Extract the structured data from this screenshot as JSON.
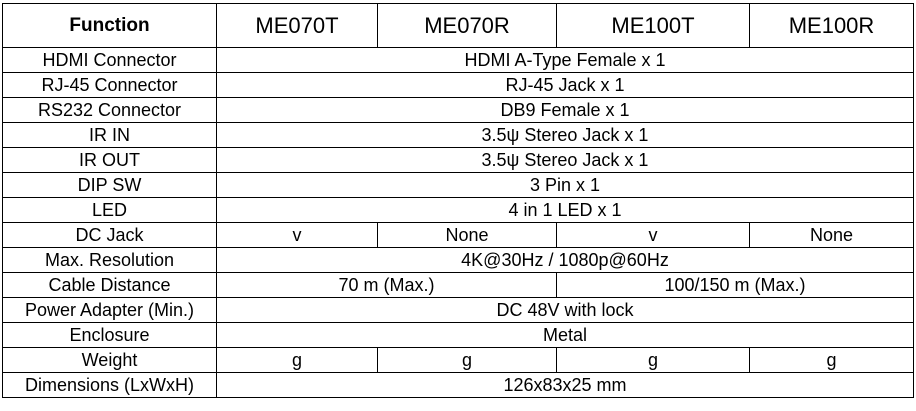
{
  "header": {
    "function_label": "Function",
    "models": [
      "ME070T",
      "ME070R",
      "ME100T",
      "ME100R"
    ]
  },
  "rows": [
    {
      "label": "HDMI Connector",
      "values": [
        "HDMI A-Type Female x 1"
      ]
    },
    {
      "label": "RJ-45 Connector",
      "values": [
        "RJ-45 Jack x 1"
      ]
    },
    {
      "label": "RS232 Connector",
      "values": [
        "DB9 Female x 1"
      ]
    },
    {
      "label": "IR IN",
      "values": [
        "3.5ψ Stereo Jack x 1"
      ]
    },
    {
      "label": "IR OUT",
      "values": [
        "3.5ψ Stereo Jack x 1"
      ]
    },
    {
      "label": "DIP SW",
      "values": [
        "3 Pin x 1"
      ]
    },
    {
      "label": "LED",
      "values": [
        "4 in 1 LED x 1"
      ]
    },
    {
      "label": "DC Jack",
      "values": [
        "v",
        "None",
        "v",
        "None"
      ]
    },
    {
      "label": "Max. Resolution",
      "values": [
        "4K@30Hz / 1080p@60Hz"
      ]
    },
    {
      "label": "Cable Distance",
      "values": [
        "70 m (Max.)",
        "100/150 m (Max.)"
      ]
    },
    {
      "label": "Power Adapter (Min.)",
      "values": [
        "DC 48V with lock"
      ]
    },
    {
      "label": "Enclosure",
      "values": [
        "Metal"
      ]
    },
    {
      "label": "Weight",
      "values": [
        "g",
        "g",
        "g",
        "g"
      ]
    },
    {
      "label": "Dimensions (LxWxH)",
      "values": [
        "126x83x25 mm"
      ]
    }
  ]
}
